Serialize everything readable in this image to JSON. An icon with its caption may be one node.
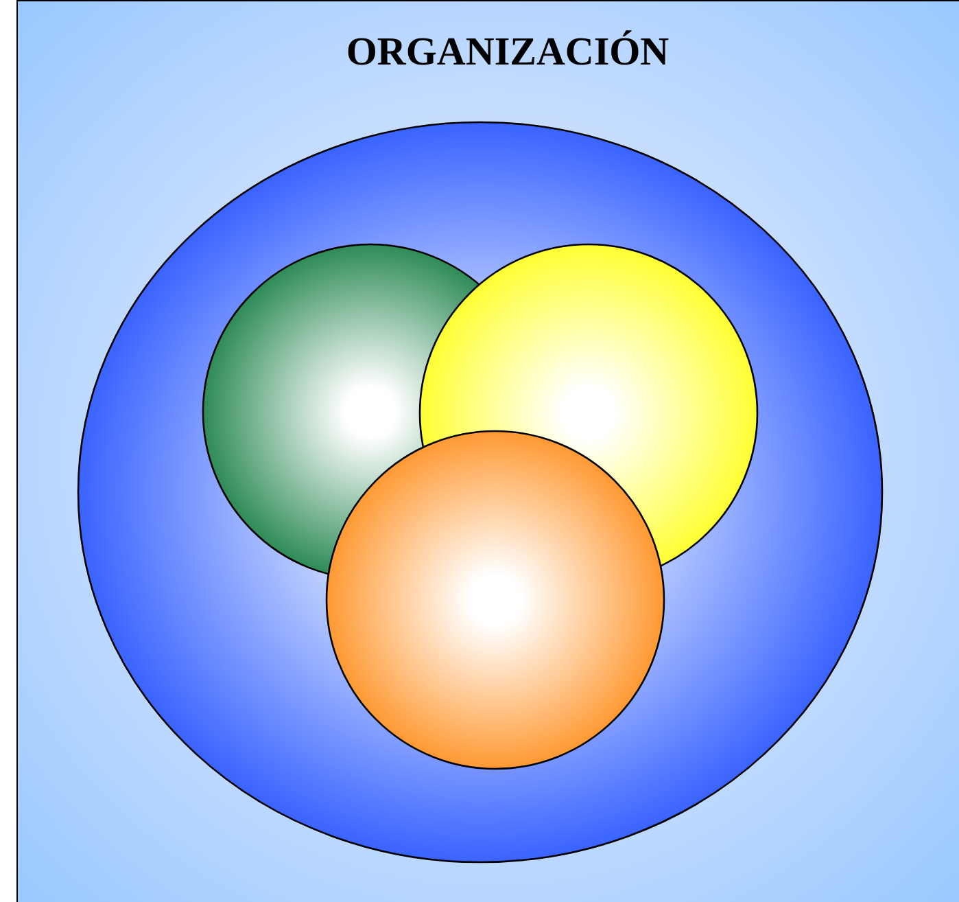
{
  "diagram": {
    "title": "ORGANIZACIÓN",
    "nodes": [
      {
        "text": [],
        "shape": "ellipse"
      },
      {
        "text": [],
        "shape": "circle",
        "in": 0
      },
      {
        "text": [],
        "shape": "circle",
        "in": 0
      },
      {
        "text": [],
        "shape": "circle",
        "in": 0
      }
    ]
  }
}
